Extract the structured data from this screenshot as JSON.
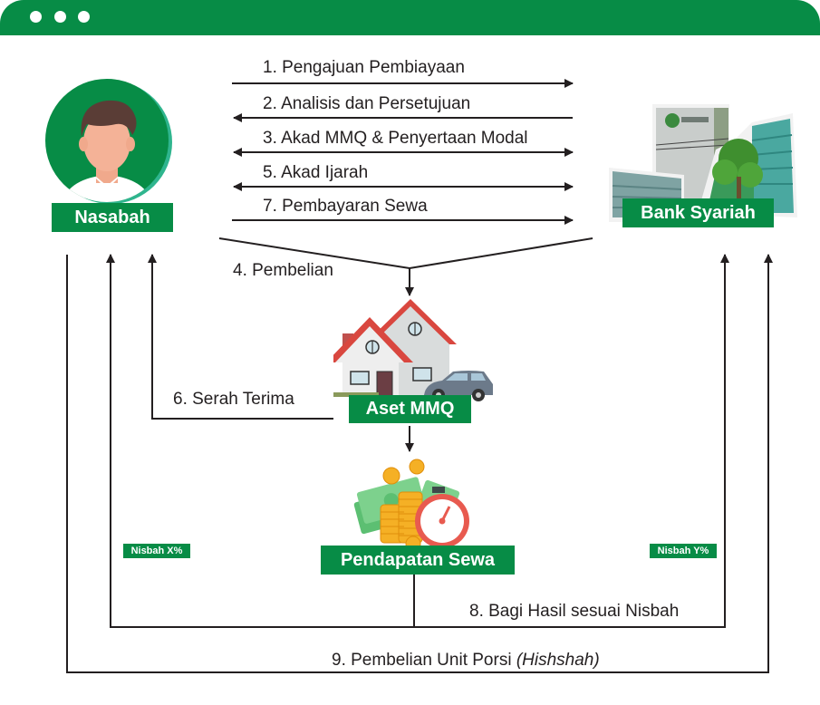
{
  "window": {
    "controls": [
      "dot",
      "dot",
      "dot"
    ],
    "accent_color": "#078c46"
  },
  "actors": {
    "customer": {
      "label": "Nasabah",
      "icon": "person-avatar-icon"
    },
    "bank": {
      "label": "Bank Syariah",
      "icon": "bank-buildings-icon"
    },
    "asset": {
      "label": "Aset MMQ",
      "icon": "house-and-car-icon"
    },
    "income": {
      "label": "Pendapatan Sewa",
      "icon": "money-and-stopwatch-icon"
    }
  },
  "flows": {
    "step1": "1. Pengajuan Pembiayaan",
    "step2": "2. Analisis dan Persetujuan",
    "step3": "3. Akad MMQ & Penyertaan Modal",
    "step4": "4. Pembelian",
    "step5": "5. Akad Ijarah",
    "step6": "6. Serah Terima",
    "step7": "7. Pembayaran Sewa",
    "step8": "8. Bagi Hasil sesuai Nisbah",
    "step9_main": "9. Pembelian Unit Porsi ",
    "step9_italic": "(Hishshah)"
  },
  "nisbah": {
    "customer": "Nisbah X%",
    "bank": "Nisbah Y%"
  }
}
